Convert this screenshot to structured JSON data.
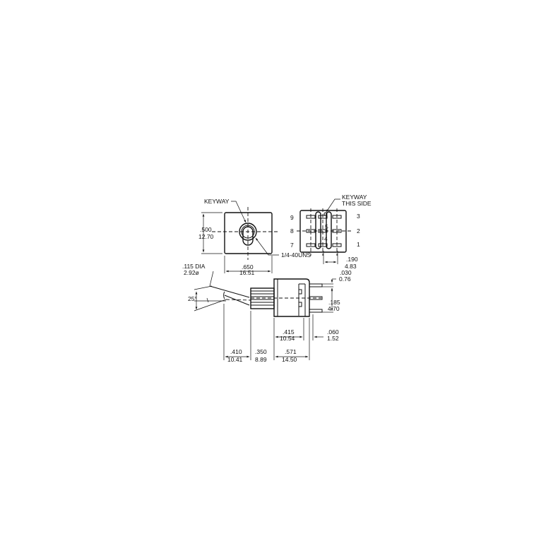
{
  "front_view": {
    "keyway_label": "KEYWAY",
    "thread_label": "1/4-40UNS",
    "height_in": ".500",
    "height_mm": "12.70",
    "width_in": ".650",
    "width_mm": "16.51"
  },
  "rear_view": {
    "keyway_label_line1": "KEYWAY",
    "keyway_label_line2": "THIS SIDE",
    "terminals_left": [
      "9",
      "8",
      "7"
    ],
    "terminals_right": [
      "3",
      "2",
      "1"
    ],
    "center_labels": [
      "5",
      "4"
    ],
    "spacing_in": ".190",
    "spacing_mm": "4.83"
  },
  "side_view": {
    "lever_dia_in": ".115 DIA",
    "lever_dia_mm": "2.92ø",
    "angle": "25°",
    "term_width_in": ".030",
    "term_width_mm": "0.76",
    "term_pitch_in": ".185",
    "term_pitch_mm": "4.70",
    "body_in": ".415",
    "body_mm": "10.54",
    "term_thk_in": ".060",
    "term_thk_mm": "1.52",
    "lever_len_in": ".410",
    "lever_len_mm": "10.41",
    "bushing_in": ".350",
    "bushing_mm": "8.89",
    "overall_in": ".571",
    "overall_mm": "14.50"
  }
}
